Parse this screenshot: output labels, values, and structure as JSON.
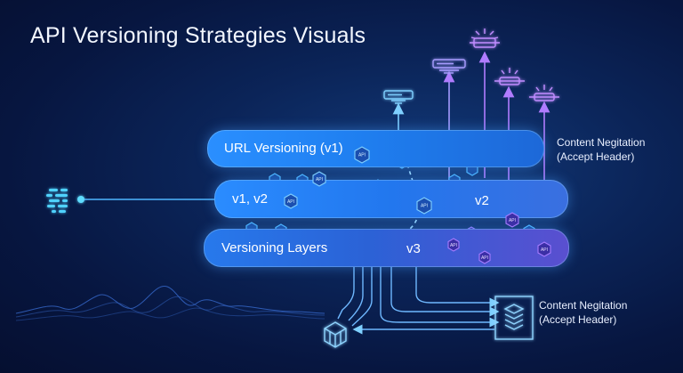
{
  "title": "API Versioning Strategies Visuals",
  "layers": [
    {
      "label": "URL Versioning (v1)",
      "tag": ""
    },
    {
      "label": "v1, v2",
      "tag": "v2"
    },
    {
      "label": "Versioning Layers",
      "tag": "v3"
    }
  ],
  "labels": {
    "top_right": {
      "line1": "Content Negitation",
      "line2": "(Accept Header)"
    },
    "bottom_right": {
      "line1": "Content Negitation",
      "line2": "(Accept Header)"
    }
  },
  "badge_text": "API",
  "colors": {
    "accent_blue": "#2a8fff",
    "accent_purple": "#8a5cff",
    "cyan": "#3fc8ff"
  }
}
